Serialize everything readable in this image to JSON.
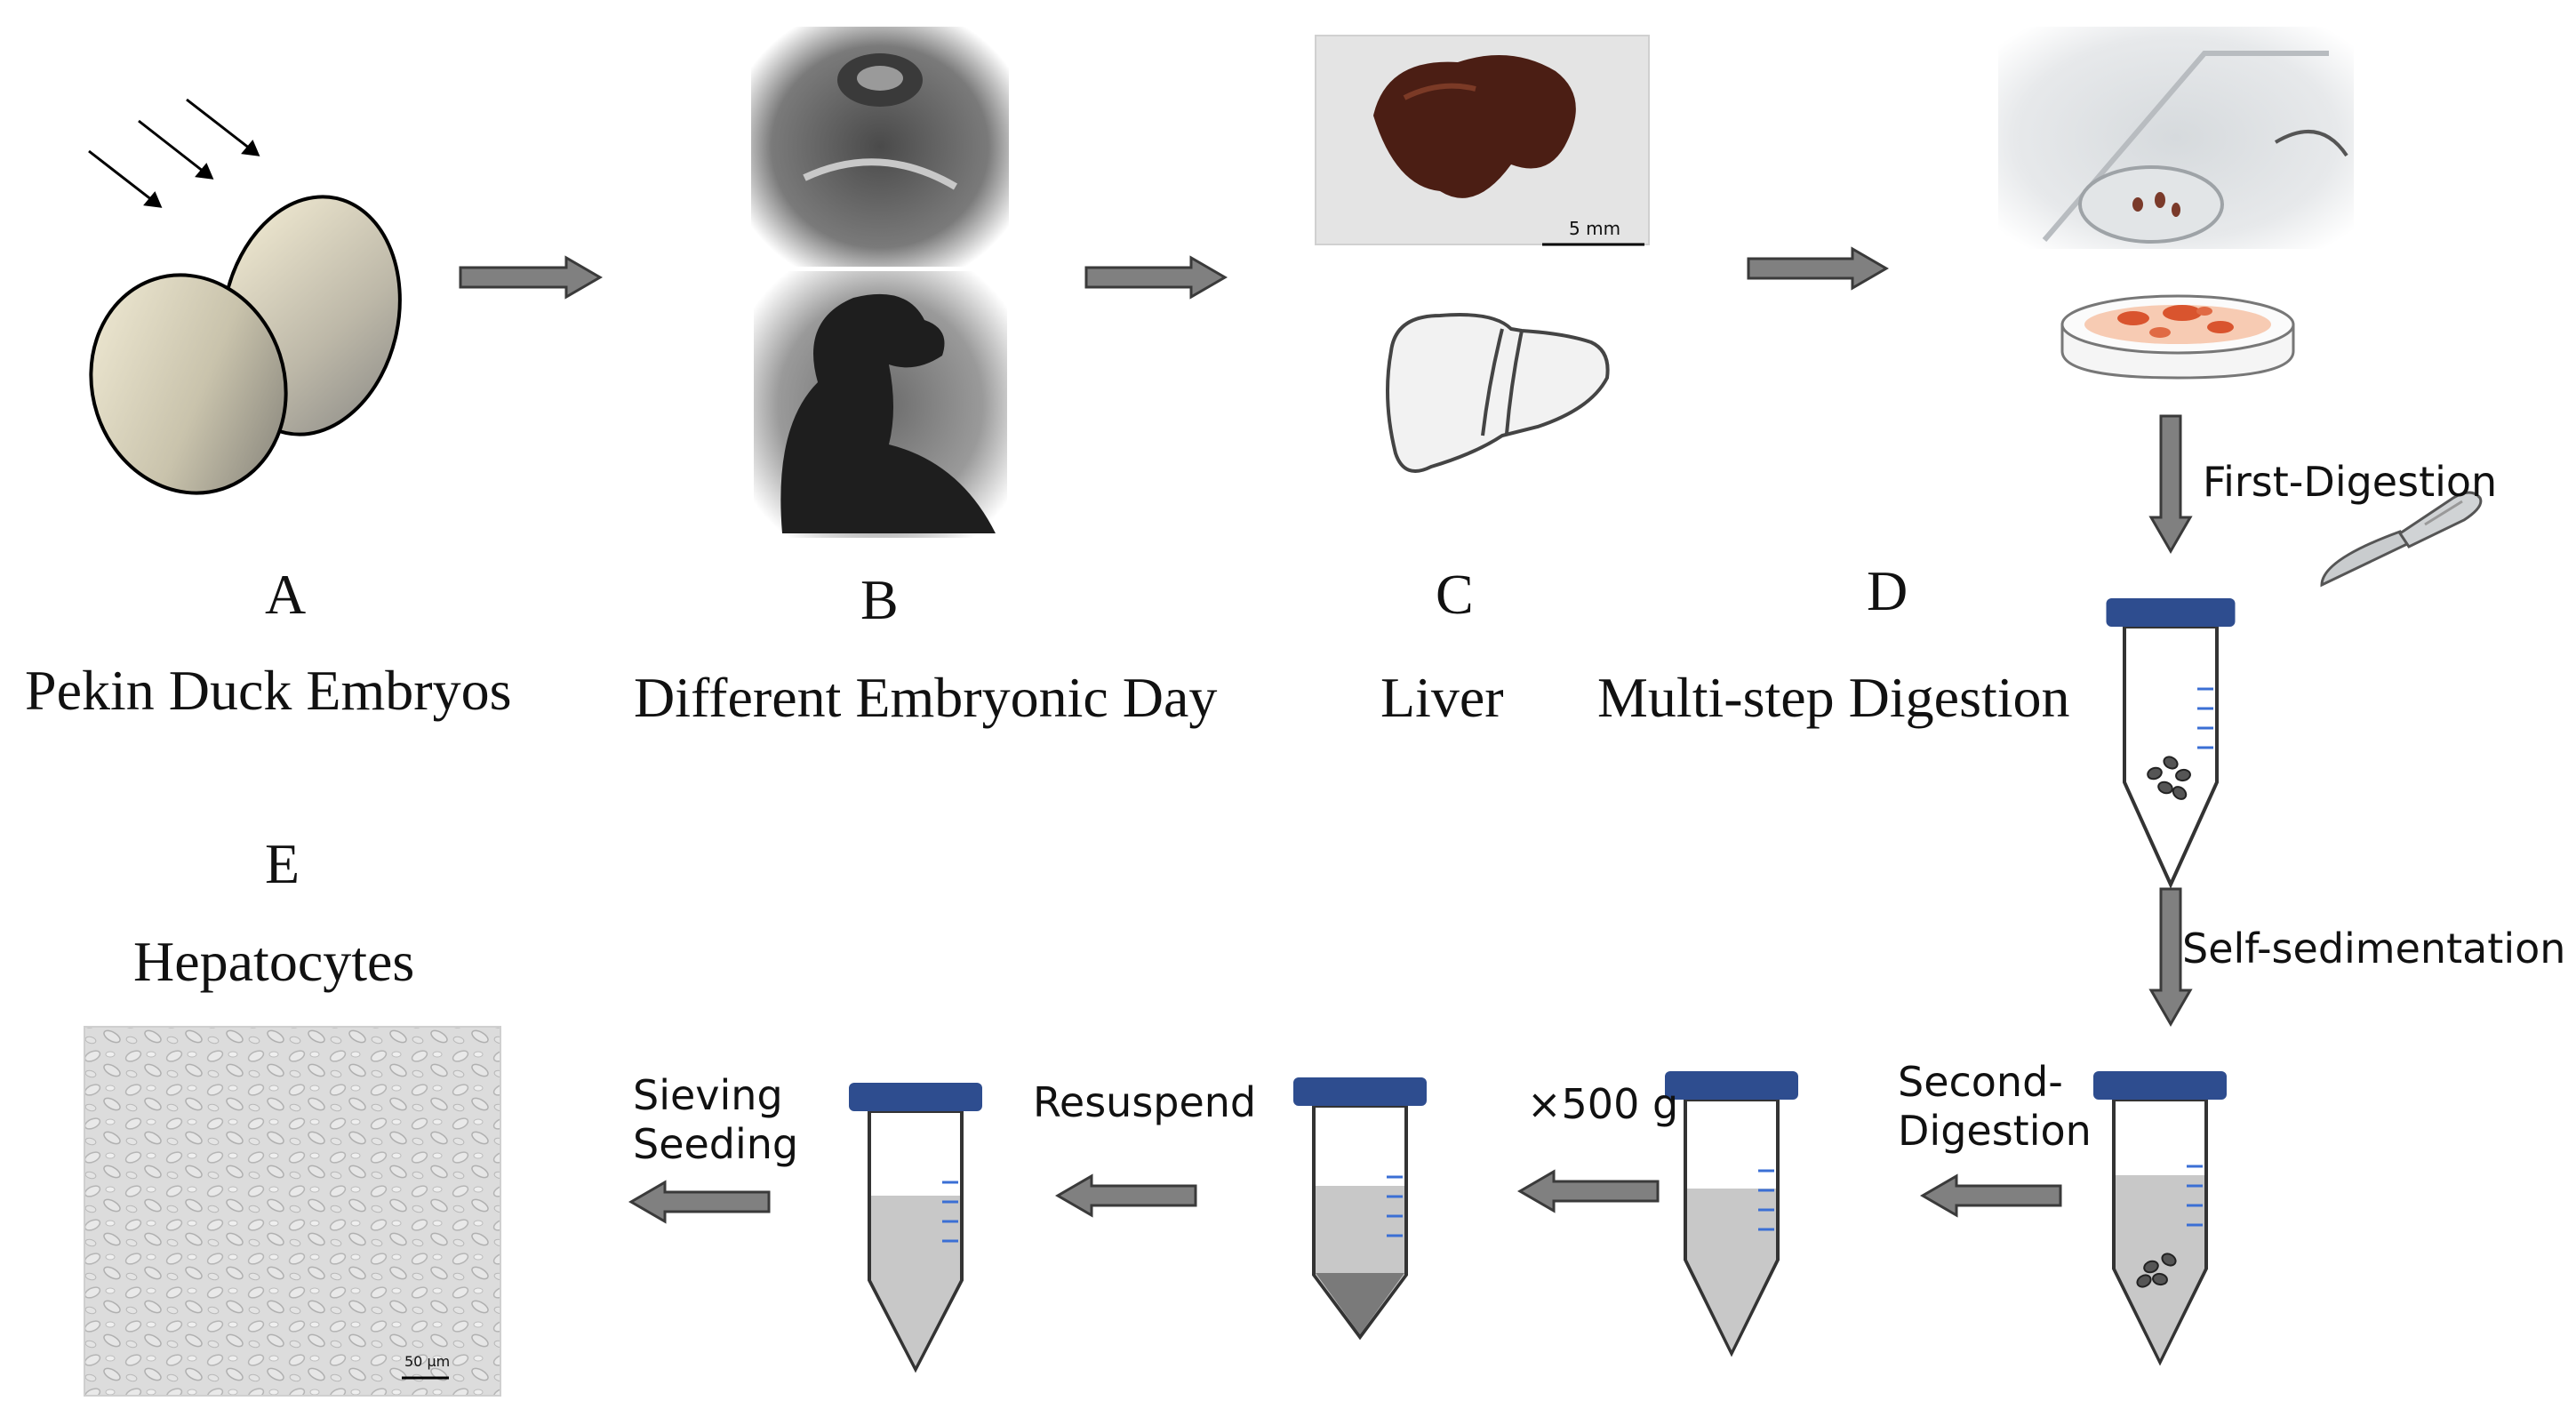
{
  "panels": {
    "a": {
      "letter": "A",
      "caption": "Pekin Duck Embryos"
    },
    "b": {
      "letter": "B",
      "caption": "Different Embryonic Day"
    },
    "c": {
      "letter": "C",
      "caption": "Liver",
      "scale_label": "5 mm"
    },
    "d": {
      "letter": "D",
      "caption": "Multi-step Digestion"
    },
    "e": {
      "letter": "E",
      "caption": "Hepatocytes",
      "scale_label": "50 μm"
    }
  },
  "steps": {
    "first_digestion": "First-Digestion",
    "self_sedimentation": "Self-sedimentation",
    "second_digestion_line1": "Second-",
    "second_digestion_line2": "Digestion",
    "centrifuge": "×500 g",
    "resuspend": "Resuspend",
    "sieving": "Sieving",
    "seeding": "Seeding"
  },
  "colors": {
    "arrow_fill": "#808080",
    "arrow_stroke": "#3a3a3a",
    "tube_cap": "#2e4d8f",
    "tube_liquid": "#c8c8c8",
    "pellet": "#7a7a7a",
    "tick": "#3b6fd4"
  }
}
